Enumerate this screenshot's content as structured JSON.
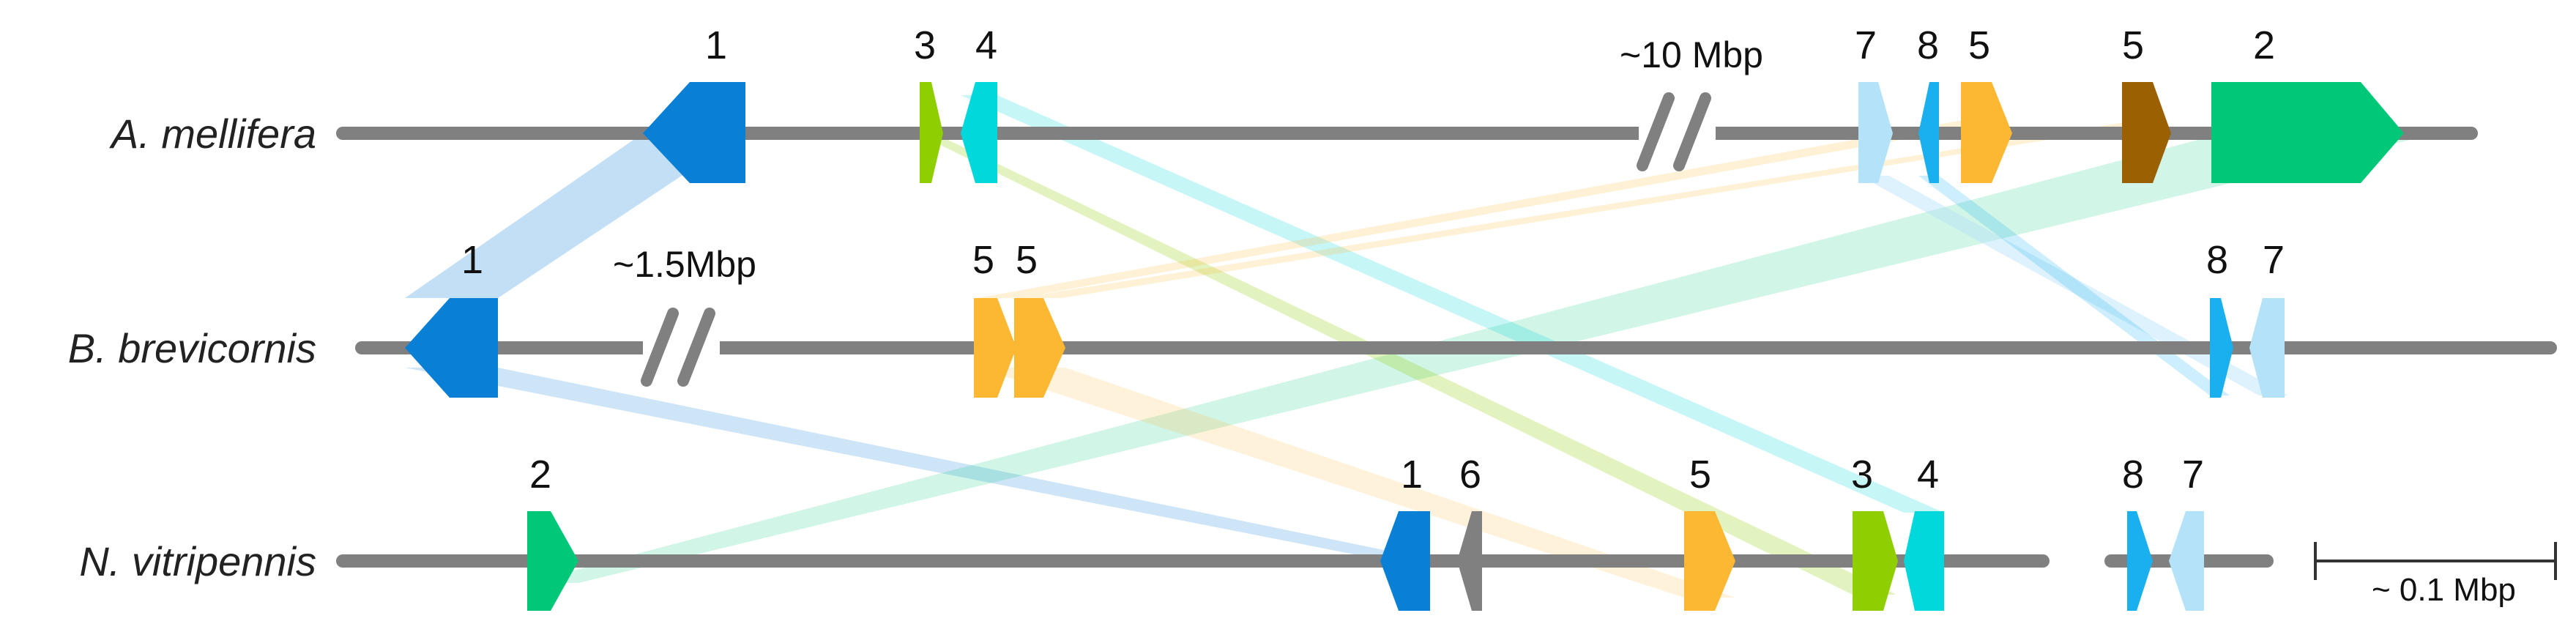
{
  "species": {
    "a_mellifera": "A. mellifera",
    "b_brevicornis": "B. brevicornis",
    "n_vitripennis": "N. vitripennis"
  },
  "gaps": {
    "a_mellifera": "~10 Mbp",
    "b_brevicornis": "~1.5Mbp"
  },
  "scale_bar": {
    "label": "~ 0.1 Mbp"
  },
  "colors": {
    "backbone": "#808080",
    "gene_1": "#0a7fd6",
    "gene_2": "#00c878",
    "gene_3": "#8fce00",
    "gene_4": "#00d8dc",
    "gene_5": "#fdb833",
    "gene_5_alt": "#9b6001",
    "gene_6": "#808080",
    "gene_7": "#b3e2f9",
    "gene_8": "#1ab0f0"
  },
  "genes": {
    "a_mellifera": [
      {
        "id": "am-gene-1",
        "label": "1",
        "color_key": "gene_1"
      },
      {
        "id": "am-gene-3",
        "label": "3",
        "color_key": "gene_3"
      },
      {
        "id": "am-gene-4",
        "label": "4",
        "color_key": "gene_4"
      },
      {
        "id": "am-gene-7",
        "label": "7",
        "color_key": "gene_7"
      },
      {
        "id": "am-gene-8",
        "label": "8",
        "color_key": "gene_8"
      },
      {
        "id": "am-gene-5a",
        "label": "5",
        "color_key": "gene_5"
      },
      {
        "id": "am-gene-5b",
        "label": "5",
        "color_key": "gene_5_alt"
      },
      {
        "id": "am-gene-2",
        "label": "2",
        "color_key": "gene_2"
      }
    ],
    "b_brevicornis": [
      {
        "id": "bb-gene-1",
        "label": "1",
        "color_key": "gene_1"
      },
      {
        "id": "bb-gene-5a",
        "label": "5",
        "color_key": "gene_5"
      },
      {
        "id": "bb-gene-5b",
        "label": "5",
        "color_key": "gene_5"
      },
      {
        "id": "bb-gene-8",
        "label": "8",
        "color_key": "gene_8"
      },
      {
        "id": "bb-gene-7",
        "label": "7",
        "color_key": "gene_7"
      }
    ],
    "n_vitripennis": [
      {
        "id": "nv-gene-2",
        "label": "2",
        "color_key": "gene_2"
      },
      {
        "id": "nv-gene-1",
        "label": "1",
        "color_key": "gene_1"
      },
      {
        "id": "nv-gene-6",
        "label": "6",
        "color_key": "gene_6"
      },
      {
        "id": "nv-gene-5",
        "label": "5",
        "color_key": "gene_5"
      },
      {
        "id": "nv-gene-3",
        "label": "3",
        "color_key": "gene_3"
      },
      {
        "id": "nv-gene-4",
        "label": "4",
        "color_key": "gene_4"
      },
      {
        "id": "nv-gene-8",
        "label": "8",
        "color_key": "gene_8"
      },
      {
        "id": "nv-gene-7",
        "label": "7",
        "color_key": "gene_7"
      }
    ]
  }
}
